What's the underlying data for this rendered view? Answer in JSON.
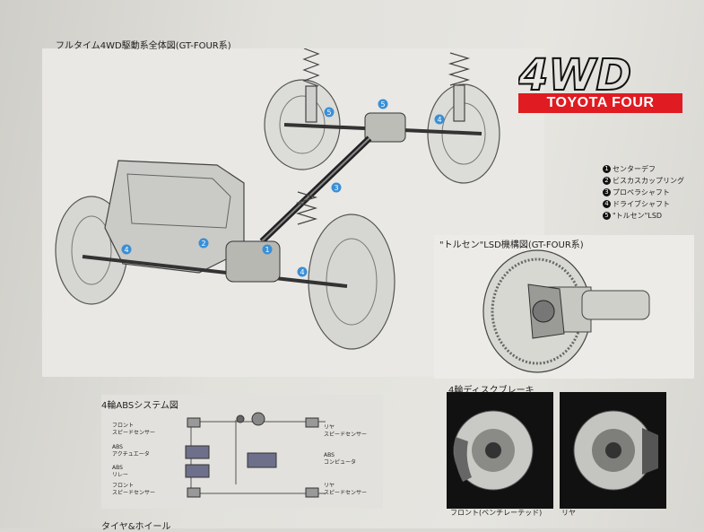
{
  "main_diagram": {
    "title": "フルタイム4WD駆動系全体図(GT-FOUR系)",
    "callouts": [
      "1",
      "2",
      "3",
      "4",
      "5"
    ]
  },
  "logo": {
    "mark": "4WD",
    "brand": "TOYOTA FOUR"
  },
  "legend": [
    {
      "num": "1",
      "label": "センターデフ"
    },
    {
      "num": "2",
      "label": "ビスカスカップリング"
    },
    {
      "num": "3",
      "label": "プロペラシャフト"
    },
    {
      "num": "4",
      "label": "ドライブシャフト"
    },
    {
      "num": "5",
      "label": "\"トルセン\"LSD"
    }
  ],
  "lsd_diagram": {
    "title": "\"トルセン\"LSD機構図(GT-FOUR系)"
  },
  "abs_diagram": {
    "title": "4輪ABSシステム図",
    "labels": {
      "front_sensor_top": "フロント\nスピードセンサー",
      "abs_actuator": "ABS\nアクチュエータ",
      "abs_relay": "ABS\nリレー",
      "front_sensor_bottom": "フロント\nスピードセンサー",
      "rear_sensor_top": "リヤ\nスピードセンサー",
      "abs_computer": "ABS\nコンピュータ",
      "rear_sensor_bottom": "リヤ\nスピードセンサー"
    }
  },
  "brakes": {
    "title": "4輪ディスクブレーキ",
    "front_caption": "フロント(ベンチレーテッド)",
    "rear_caption": "リヤ"
  },
  "footer": {
    "partial_heading": "タイヤ&ホイール"
  },
  "colors": {
    "brand_red": "#e01b22",
    "callout_blue": "#3a8fd6",
    "abs_box": "#6e6f8a"
  }
}
